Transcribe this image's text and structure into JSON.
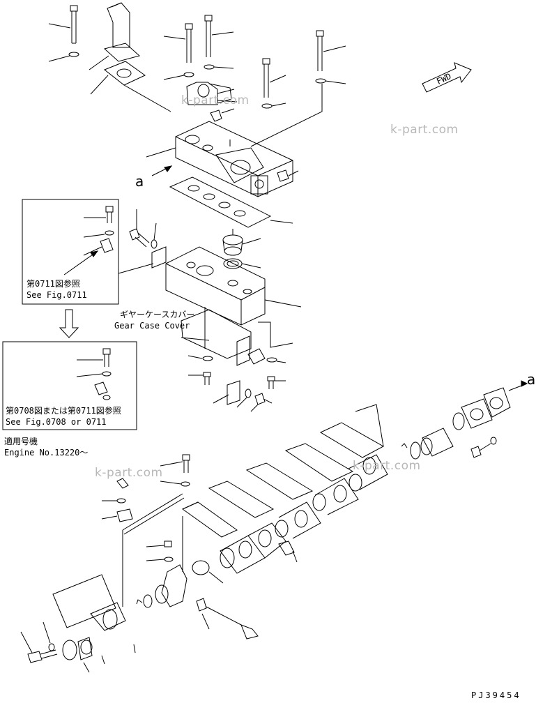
{
  "callout_letter": "a",
  "fwd_label": "FWD",
  "watermark": "k-part.com",
  "inset1": {
    "line_jp": "第0711図参照",
    "line_en": "See Fig.0711"
  },
  "inset2": {
    "line_jp": "第0708図または第0711図参照",
    "line_en": "See Fig.0708 or 0711"
  },
  "gear_case": {
    "jp": "ギヤーケースカバー",
    "en": "Gear Case Cover"
  },
  "engine": {
    "jp": "適用号機",
    "en": "Engine No.13220～"
  },
  "drawing_no": "PJ39454",
  "colors": {
    "line": "#000000",
    "watermark": "#b8b8b8"
  }
}
